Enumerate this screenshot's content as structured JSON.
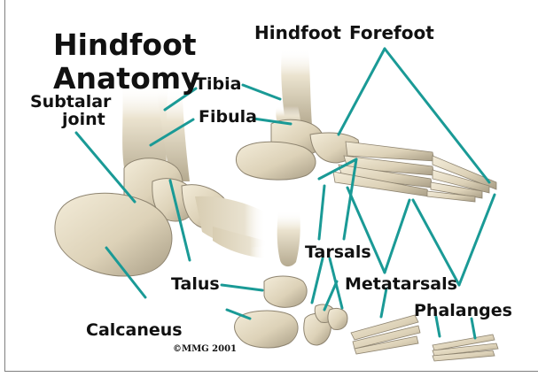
{
  "title_line1": "Hindfoot",
  "title_line2": "Anatomy",
  "labels": {
    "hindfoot": "Hindfoot",
    "forefoot": "Forefoot",
    "subtalar": "Subtalar",
    "joint": "joint",
    "tibia": "Tibia",
    "fibula": "Fibula",
    "tarsals": "Tarsals",
    "talus": "Talus",
    "metatarsals": "Metatarsals",
    "phalanges": "Phalanges",
    "calcaneus": "Calcaneus",
    "copyright": "©MMG 2001"
  },
  "colors": {
    "leader": "#1a9a96",
    "bone": "#e6dcc4",
    "bone_shade": "#b8ad92",
    "bone_dark": "#8e8470",
    "text": "#111111"
  }
}
